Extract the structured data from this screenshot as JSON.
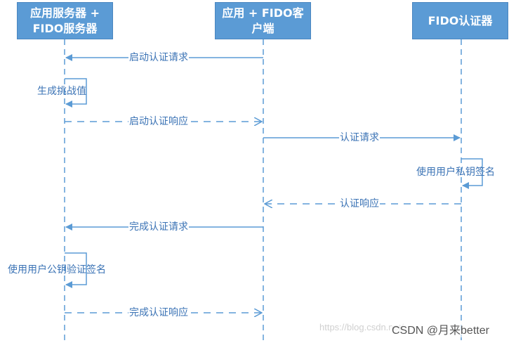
{
  "actors": {
    "server": "应用服务器 +\nFIDO服务器",
    "client": "应用 + FIDO客\n户端",
    "authenticator": "FIDO认证器"
  },
  "messages": {
    "m1": "启动认证请求",
    "m2": "生成挑战值",
    "m3": "启动认证响应",
    "m4": "认证请求",
    "m5": "使用用户私钥签名",
    "m6": "认证响应",
    "m7": "完成认证请求",
    "m8": "使用用户公钥验证签名",
    "m9": "完成认证响应"
  },
  "footer": {
    "watermark": "https://blog.csdn.net/",
    "credit": "CSDN @月来better"
  },
  "colors": {
    "line": "#5b9bd5",
    "actor_fill": "#5b9bd5",
    "text": "#3b73b5"
  }
}
